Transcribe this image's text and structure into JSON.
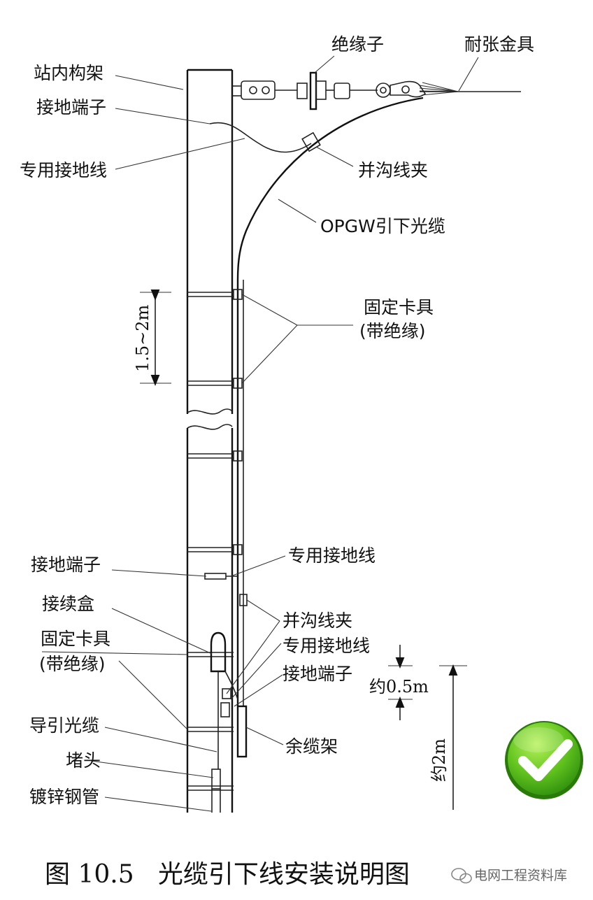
{
  "labels": {
    "station_frame": "站内构架",
    "insulator": "绝缘子",
    "tension_fitting": "耐张金具",
    "ground_terminal_top": "接地端子",
    "ground_wire_top": "专用接地线",
    "pg_clamp_top": "并沟线夹",
    "opgw_down_cable": "OPGW引下光缆",
    "fixing_clamp_top_line1": "固定卡具",
    "fixing_clamp_top_line2": "(带绝缘)",
    "span_dim": "1.5~2m",
    "ground_terminal_mid": "接地端子",
    "ground_wire_mid": "专用接地线",
    "splice_box": "接续盒",
    "fixing_clamp_bot_line1": "固定卡具",
    "fixing_clamp_bot_line2": "(带绝缘)",
    "pg_clamp_bot": "并沟线夹",
    "ground_wire_bot": "专用接地线",
    "ground_terminal_bot": "接地端子",
    "dim_half_m": "约0.5m",
    "lead_in_cable": "导引光缆",
    "plug": "堵头",
    "spare_cable_rack": "余缆架",
    "galvanized_pipe": "镀锌钢管",
    "dim_2m": "约2m"
  },
  "caption": "图 10.5   光缆引下线安装说明图",
  "watermark": "电网工程资料库",
  "colors": {
    "line": "#222222",
    "badge_green_light": "#8fe03a",
    "badge_green_dark": "#2f8f0e",
    "check": "#ffffff"
  },
  "icons": {
    "badge": "check-circle-icon",
    "watermark": "wechat-icon"
  }
}
